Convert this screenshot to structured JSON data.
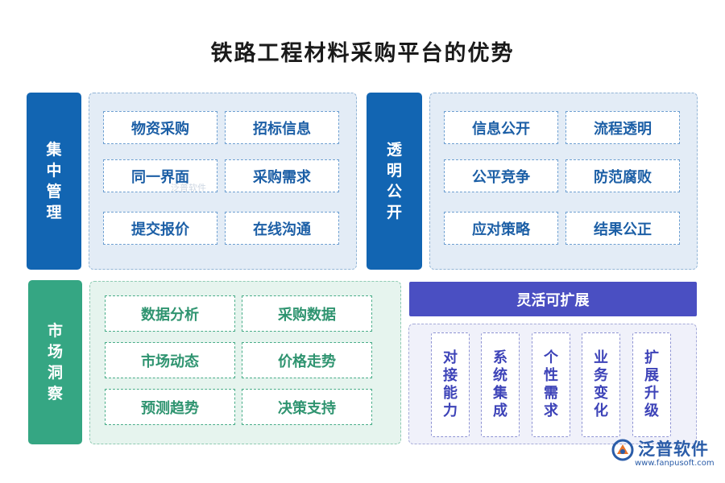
{
  "title": "铁路工程材料采购平台的优势",
  "sections": {
    "centralized": {
      "label": "集中管理",
      "items": [
        "物资采购",
        "招标信息",
        "同一界面",
        "采购需求",
        "提交报价",
        "在线沟通"
      ]
    },
    "transparent": {
      "label": "透明公开",
      "items": [
        "信息公开",
        "流程透明",
        "公平竞争",
        "防范腐败",
        "应对策略",
        "结果公正"
      ]
    },
    "market": {
      "label": "市场洞察",
      "items": [
        "数据分析",
        "采购数据",
        "市场动态",
        "价格走势",
        "预测趋势",
        "决策支持"
      ]
    },
    "extensible": {
      "label": "灵活可扩展",
      "items": [
        "对接能力",
        "系统集成",
        "个性需求",
        "业务变化",
        "扩展升级"
      ]
    }
  },
  "watermark": "泛普软件",
  "logo": {
    "name": "泛普软件",
    "url": "www.fanpusoft.com"
  },
  "colors": {
    "blue": "#1265b2",
    "green": "#35a683",
    "purple": "#4a4fc2"
  }
}
